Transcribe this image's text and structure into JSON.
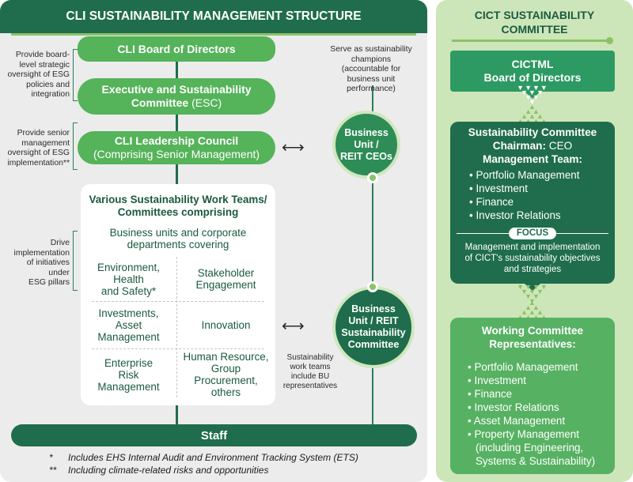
{
  "left": {
    "header": "CLI SUSTAINABILITY MANAGEMENT STRUCTURE",
    "board_label": "CLI Board of Directors",
    "esc_line1": "Executive and Sustainability",
    "esc_line2": "Committee",
    "esc_abbr": "(ESC)",
    "council_line1": "CLI Leadership Council",
    "council_line2": "(Comprising Senior Management)",
    "note_board": [
      "Provide board-",
      "level strategic",
      "oversight of ESG",
      "policies and",
      "integration"
    ],
    "note_council": [
      "Provide senior",
      "management",
      "oversight of ESG",
      "implementation**"
    ],
    "note_drive": [
      "Drive",
      "implementation",
      "of initiatives",
      "under",
      "ESG pillars"
    ],
    "work_box": {
      "title_line1": "Various Sustainability Work Teams/",
      "title_line2": "Committees  comprising",
      "sub_line1": "Business units and corporate",
      "sub_line2": "departments covering",
      "cells": [
        [
          "Environment,",
          "Health",
          "and Safety*"
        ],
        [
          "Stakeholder",
          "Engagement"
        ],
        [
          "Investments,",
          "Asset",
          "Management"
        ],
        [
          "Innovation"
        ],
        [
          "Enterprise",
          "Risk",
          "Management"
        ],
        [
          "Human Resource,",
          "Group",
          "Procurement,",
          "others"
        ]
      ]
    },
    "champions_note": [
      "Serve as sustainability",
      "champions",
      "(accountable for",
      "business unit",
      "performance)"
    ],
    "bu_ceo": [
      "Business",
      "Unit /",
      "REIT CEOs"
    ],
    "bu_comm": [
      "Business",
      "Unit / REIT",
      "Sustainability",
      "Committee"
    ],
    "bu_note": [
      "Sustainability",
      "work teams",
      "include BU",
      "representatives"
    ],
    "staff": "Staff",
    "footnotes": [
      {
        "mark": "*",
        "text": "Includes EHS Internal Audit and Environment Tracking System (ETS)"
      },
      {
        "mark": "**",
        "text": "Including climate-related risks and opportunities"
      }
    ],
    "arrow_glyph": "⟷"
  },
  "right": {
    "title_line1": "CICT SUSTAINABILITY",
    "title_line2": "COMMITTEE",
    "cictml_line1": "CICTML",
    "cictml_line2": "Board of Directors",
    "committee": {
      "line1": "Sustainability Committee",
      "chairman_label": "Chairman:",
      "chairman_value": "CEO",
      "mgmt_label": "Management Team:",
      "items": [
        "Portfolio Management",
        "Investment",
        "Finance",
        "Investor Relations"
      ],
      "focus_label": "FOCUS",
      "focus_text": [
        "Management and implementation",
        "of CICT's sustainability objectives",
        "and strategies"
      ]
    },
    "working": {
      "title_line1": "Working Committee",
      "title_line2": "Representatives:",
      "items": [
        "Portfolio Management",
        "Investment",
        "Finance",
        "Investor Relations",
        "Asset Management",
        "Property Management"
      ],
      "extra": [
        "(including Engineering,",
        "Systems & Sustainability)"
      ]
    },
    "bullet": "•",
    "dot_arrow_rows": [
      "▲",
      "▲▲",
      "▲▲▲",
      "▲▲▲▲"
    ],
    "down_dot_rows": [
      "▼▼▼▼",
      "▼▼▼",
      "▼▼",
      "▼"
    ]
  },
  "colors": {
    "dark_green": "#1f6d4c",
    "mid_green": "#55b35a",
    "light_green_panel": "#cde6b9",
    "accent_lime": "#8cc168",
    "grey_panel": "#ececec"
  }
}
